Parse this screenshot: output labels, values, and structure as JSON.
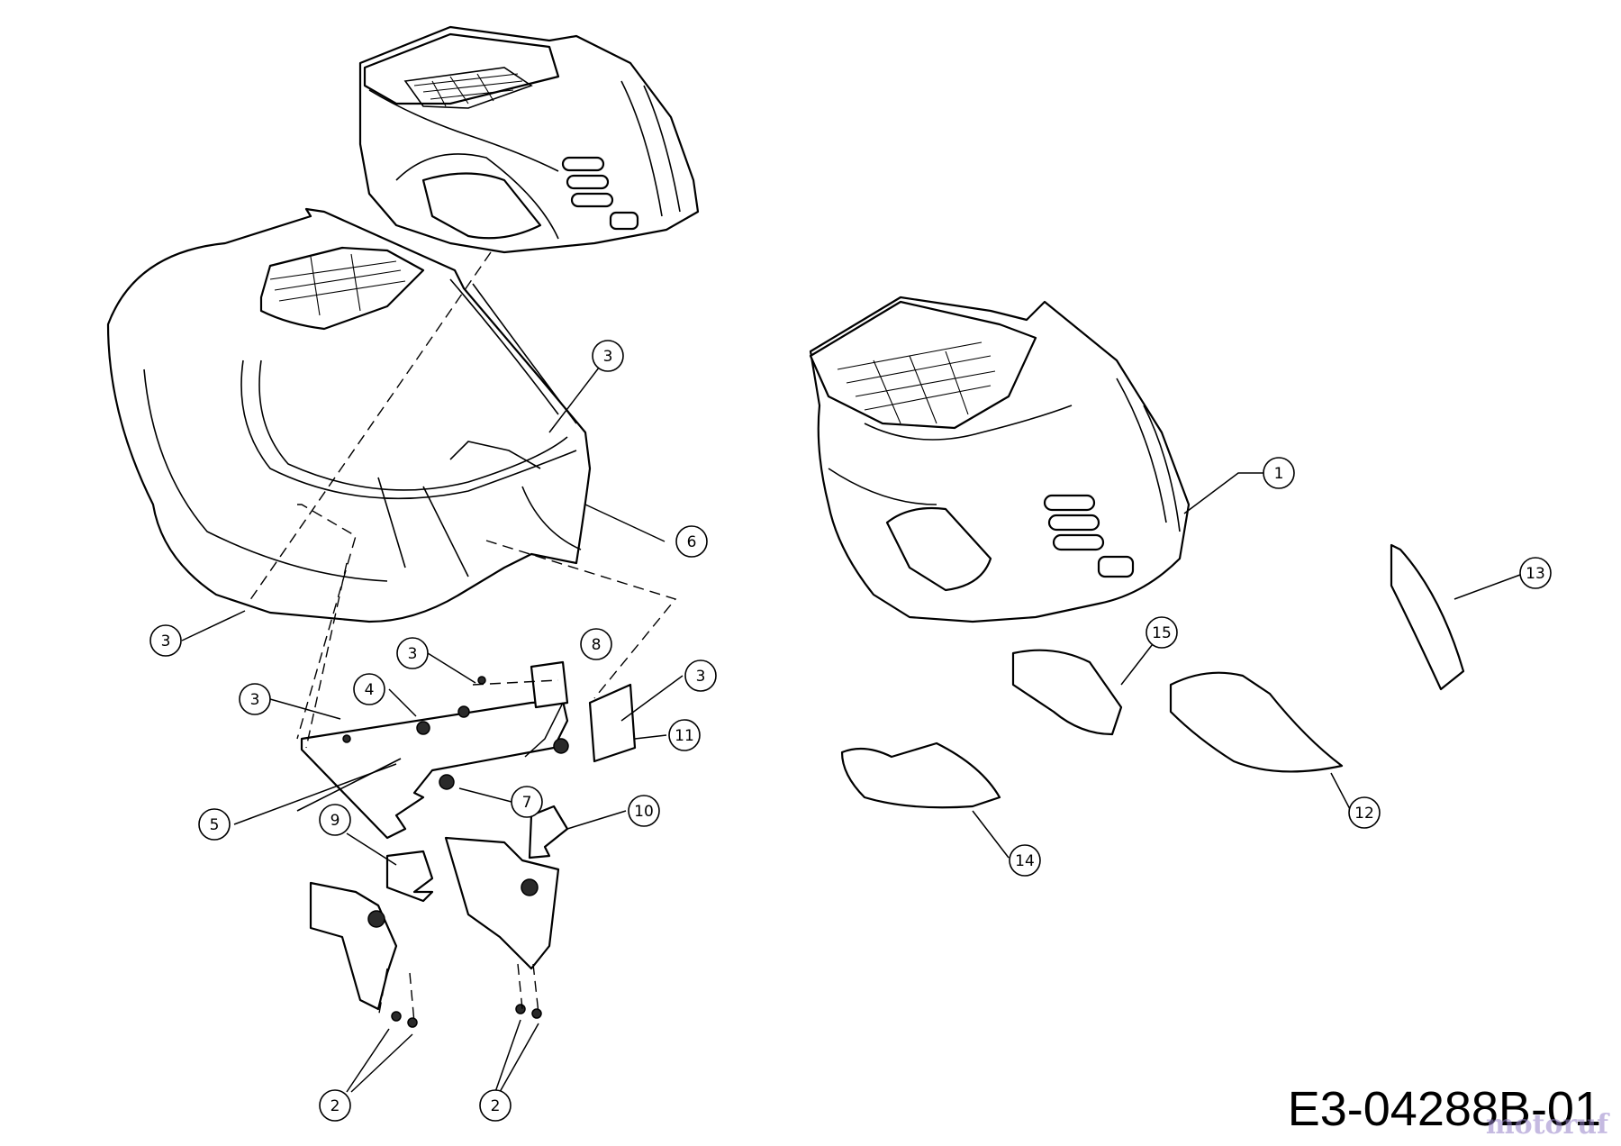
{
  "diagram": {
    "code": "E3-04288B-01",
    "watermark": "motoruf",
    "callouts": [
      {
        "id": "c1",
        "label": "1"
      },
      {
        "id": "c2a",
        "label": "2"
      },
      {
        "id": "c2b",
        "label": "2"
      },
      {
        "id": "c3a",
        "label": "3"
      },
      {
        "id": "c3b",
        "label": "3"
      },
      {
        "id": "c3c",
        "label": "3"
      },
      {
        "id": "c3d",
        "label": "3"
      },
      {
        "id": "c3e",
        "label": "3"
      },
      {
        "id": "c4",
        "label": "4"
      },
      {
        "id": "c5",
        "label": "5"
      },
      {
        "id": "c6",
        "label": "6"
      },
      {
        "id": "c7",
        "label": "7"
      },
      {
        "id": "c8",
        "label": "8"
      },
      {
        "id": "c9",
        "label": "9"
      },
      {
        "id": "c10",
        "label": "10"
      },
      {
        "id": "c11",
        "label": "11"
      },
      {
        "id": "c12",
        "label": "12"
      },
      {
        "id": "c13",
        "label": "13"
      },
      {
        "id": "c14",
        "label": "14"
      },
      {
        "id": "c15",
        "label": "15"
      }
    ]
  }
}
